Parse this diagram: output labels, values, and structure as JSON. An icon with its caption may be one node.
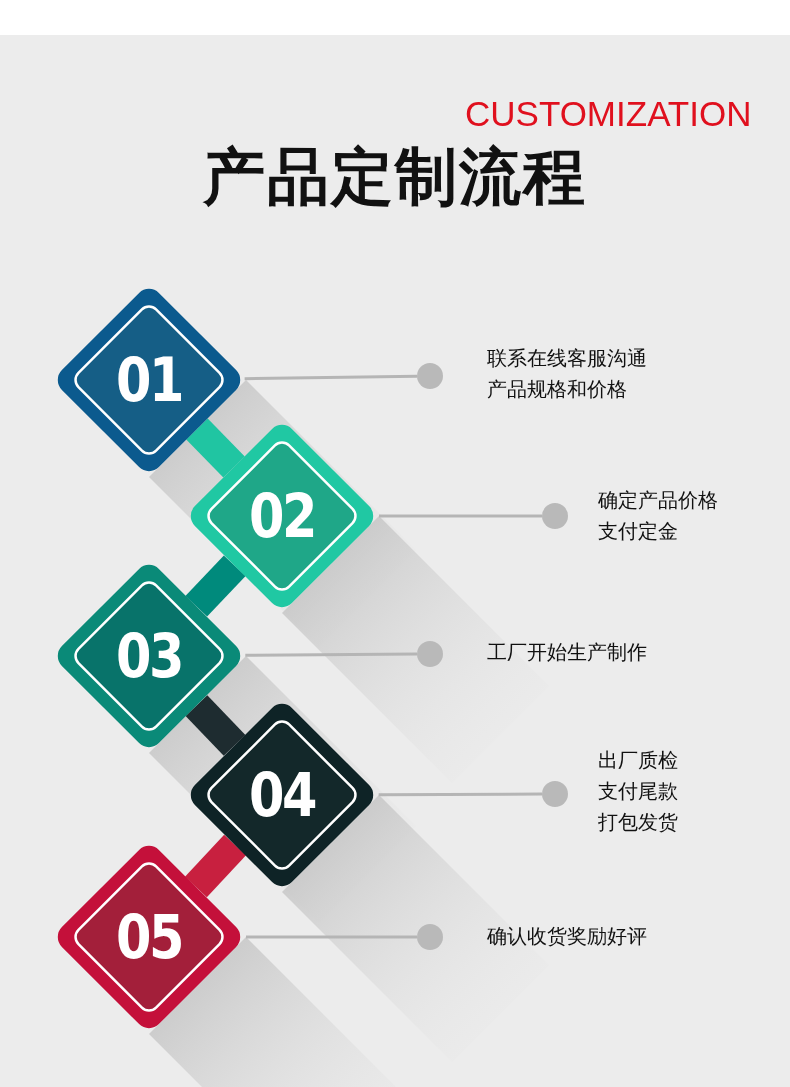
{
  "diagram": {
    "title": "产品定制流程",
    "nodes": [
      {
        "text": [
          "01"
        ]
      },
      {
        "text": [
          "02"
        ]
      },
      {
        "text": [
          "03"
        ]
      },
      {
        "text": [
          "04"
        ]
      },
      {
        "text": [
          "05"
        ]
      },
      {
        "text": [],
        "shape": "circle",
        "beside": [
          "联系在线客服沟通产品规格和价格"
        ]
      },
      {
        "text": [],
        "shape": "circle",
        "beside": [
          "确定产品价格支付定金"
        ]
      },
      {
        "text": [],
        "shape": "circle",
        "beside": [
          "工厂开始生产制作"
        ]
      },
      {
        "text": [],
        "shape": "circle",
        "beside": [
          "出厂质检支付尾款打包发货"
        ]
      },
      {
        "text": [],
        "shape": "circle",
        "beside": [
          "确认收货奖励好评"
        ]
      }
    ],
    "edges": [
      {
        "from": 0,
        "to": 1,
        "arrow": "none",
        "style": "thick",
        "color": "#20c5a2"
      },
      {
        "from": 1,
        "to": 2,
        "arrow": "none",
        "style": "thick",
        "color": "#008a7c"
      },
      {
        "from": 2,
        "to": 3,
        "arrow": "none",
        "style": "thick",
        "color": "#1e2c30"
      },
      {
        "from": 3,
        "to": 4,
        "arrow": "none",
        "style": "thick",
        "color": "#c8203f"
      },
      {
        "from": 0,
        "to": 5,
        "arrow": "none"
      },
      {
        "from": 1,
        "to": 6,
        "arrow": "none"
      },
      {
        "from": 2,
        "to": 7,
        "arrow": "none"
      },
      {
        "from": 3,
        "to": 8,
        "arrow": "none"
      },
      {
        "from": 4,
        "to": 9,
        "arrow": "none"
      }
    ],
    "labels": [
      "CUSTOMIZATION"
    ]
  }
}
